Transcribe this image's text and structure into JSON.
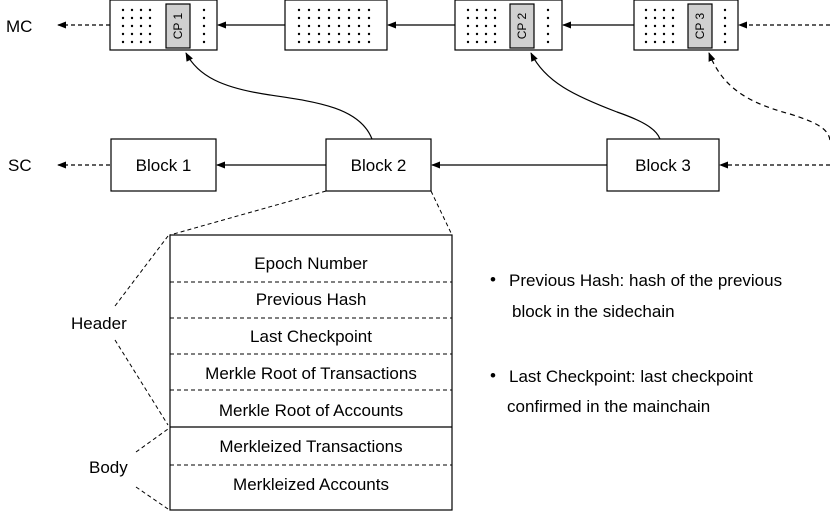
{
  "mainchain": {
    "label": "MC",
    "checkpoints": [
      "CP 1",
      "CP 2",
      "CP 3"
    ]
  },
  "sidechain": {
    "label": "SC",
    "blocks": [
      "Block 1",
      "Block 2",
      "Block 3"
    ]
  },
  "block_detail": {
    "header_label": "Header",
    "body_label": "Body",
    "header_fields": [
      "Epoch Number",
      "Previous Hash",
      "Last Checkpoint",
      "Merkle Root of Transactions",
      "Merkle Root of Accounts"
    ],
    "body_fields": [
      "Merkleized Transactions",
      "Merkleized Accounts"
    ]
  },
  "notes": [
    {
      "bullet": "•",
      "lines": [
        "Previous Hash: hash of the previous",
        "block in the sidechain"
      ]
    },
    {
      "bullet": "•",
      "lines": [
        "Last Checkpoint: last checkpoint",
        "confirmed in the mainchain"
      ]
    }
  ]
}
